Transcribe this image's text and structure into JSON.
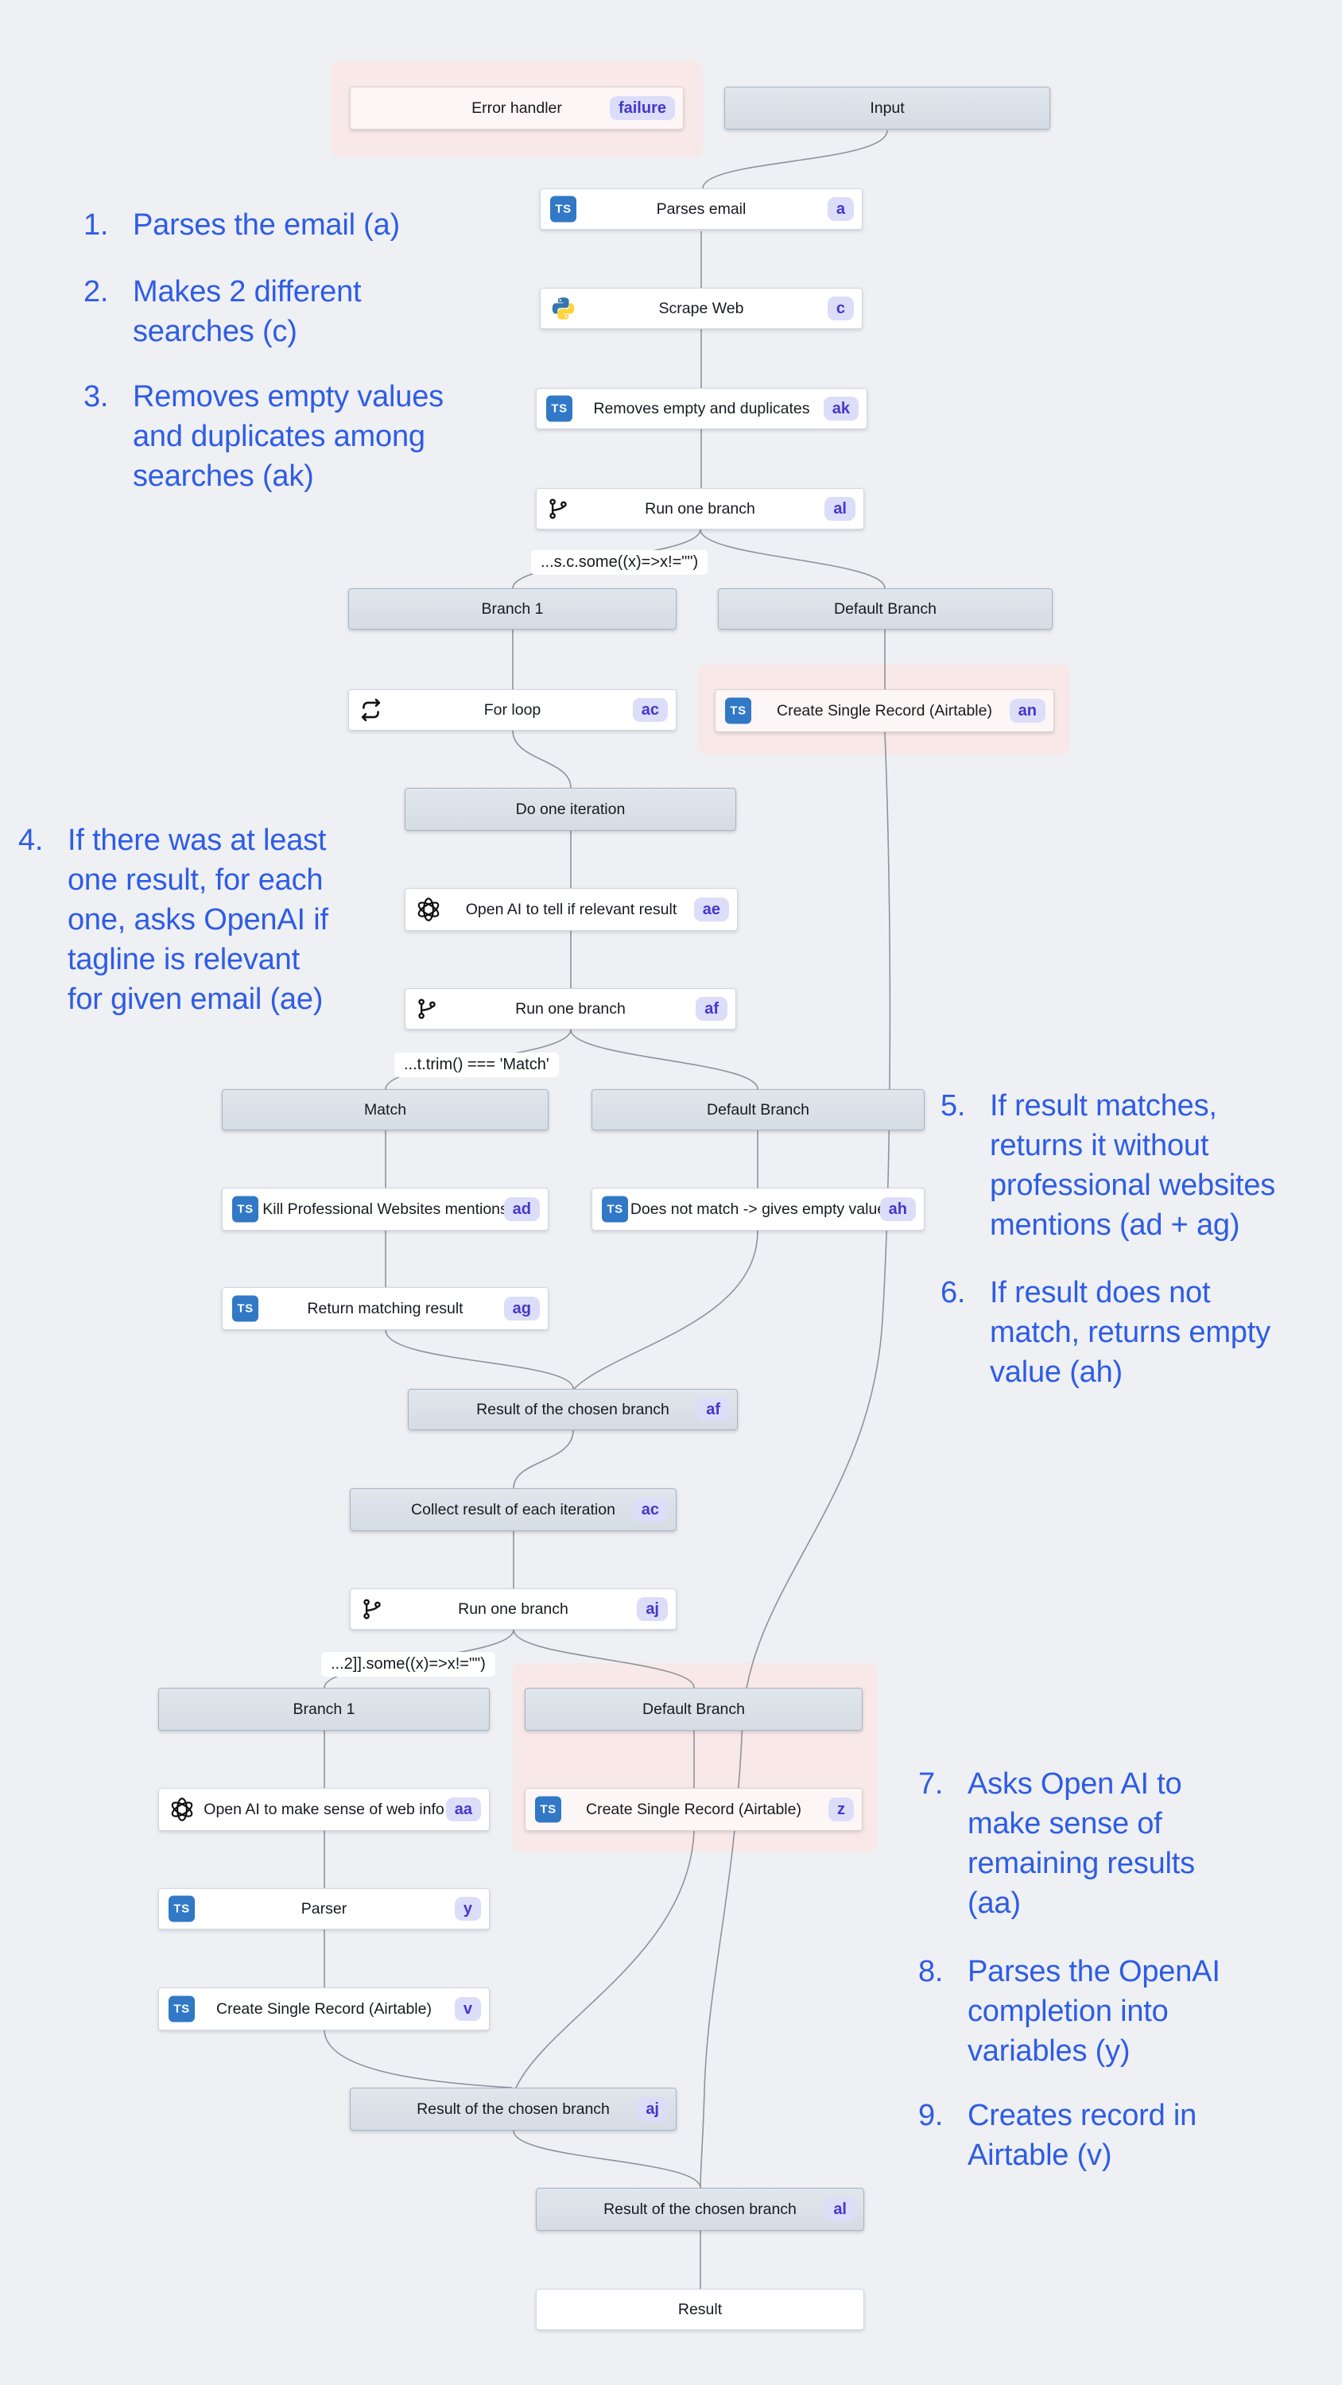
{
  "colors": {
    "canvas_bg": "#eef0f4",
    "annotation_blue": "#2f5ce4",
    "badge_bg": "#dcddf9",
    "badge_text": "#4338ca",
    "halo_pink": "#f8e8e8",
    "ts_icon_blue": "#3178c6",
    "header_node_gray": "#d9dfe7",
    "edge_gray": "#8e939b"
  },
  "icons": {
    "ts_label": "TS"
  },
  "nodes": {
    "error_handler": {
      "label": "Error handler",
      "badge": "failure"
    },
    "input": {
      "label": "Input"
    },
    "parses_email": {
      "label": "Parses email",
      "badge": "a"
    },
    "scrape_web": {
      "label": "Scrape Web",
      "badge": "c"
    },
    "removes_empty": {
      "label": "Removes empty and duplicates",
      "badge": "ak"
    },
    "run_one_branch_al": {
      "label": "Run one branch",
      "badge": "al"
    },
    "branch1_top": {
      "label": "Branch 1"
    },
    "default_branch_top": {
      "label": "Default Branch"
    },
    "for_loop": {
      "label": "For loop",
      "badge": "ac"
    },
    "create_record_an": {
      "label": "Create Single Record (Airtable)",
      "badge": "an"
    },
    "do_one_iteration": {
      "label": "Do one iteration"
    },
    "openai_relevant": {
      "label": "Open AI to tell if relevant result",
      "badge": "ae"
    },
    "run_one_branch_af": {
      "label": "Run one branch",
      "badge": "af"
    },
    "match_branch": {
      "label": "Match"
    },
    "default_branch_mid": {
      "label": "Default Branch"
    },
    "kill_mentions": {
      "label": "Kill Professional Websites mentions",
      "badge": "ad"
    },
    "does_not_match": {
      "label": "Does not match -> gives empty value",
      "badge": "ah"
    },
    "return_matching": {
      "label": "Return matching result",
      "badge": "ag"
    },
    "result_chosen_af": {
      "label": "Result of the chosen branch",
      "badge": "af"
    },
    "collect_result": {
      "label": "Collect result of each iteration",
      "badge": "ac"
    },
    "run_one_branch_aj": {
      "label": "Run one branch",
      "badge": "aj"
    },
    "branch1_bottom": {
      "label": "Branch 1"
    },
    "default_branch_bottom": {
      "label": "Default Branch"
    },
    "openai_websense": {
      "label": "Open AI to make sense of web info",
      "badge": "aa"
    },
    "create_record_z": {
      "label": "Create Single Record (Airtable)",
      "badge": "z"
    },
    "parser": {
      "label": "Parser",
      "badge": "y"
    },
    "create_record_v": {
      "label": "Create Single Record (Airtable)",
      "badge": "v"
    },
    "result_chosen_aj": {
      "label": "Result of the chosen branch",
      "badge": "aj"
    },
    "result_chosen_al": {
      "label": "Result of the chosen branch",
      "badge": "al"
    },
    "result": {
      "label": "Result"
    }
  },
  "conditions": {
    "some_top": "...s.c.some((x)=>x!=\"\")",
    "match": "...t.trim() === 'Match'",
    "some_bottom": "...2]].some((x)=>x!=\"\")"
  },
  "annotations": [
    {
      "num": "1.",
      "text": "Parses the email (a)"
    },
    {
      "num": "2.",
      "text": "Makes 2 different\nsearches (c)"
    },
    {
      "num": "3.",
      "text": "Removes empty values\nand duplicates among\nsearches (ak)"
    },
    {
      "num": "4.",
      "text": "If there was at least\none result, for each\none, asks OpenAI if\ntagline is relevant\nfor given email (ae)"
    },
    {
      "num": "5.",
      "text": "If result matches,\nreturns it without\nprofessional websites\nmentions (ad + ag)"
    },
    {
      "num": "6.",
      "text": "If result does not\nmatch, returns empty\nvalue (ah)"
    },
    {
      "num": "7.",
      "text": "Asks Open AI to\nmake sense of\nremaining results\n(aa)"
    },
    {
      "num": "8.",
      "text": "Parses the OpenAI\ncompletion into\nvariables (y)"
    },
    {
      "num": "9.",
      "text": "Creates record in\nAirtable (v)"
    }
  ]
}
